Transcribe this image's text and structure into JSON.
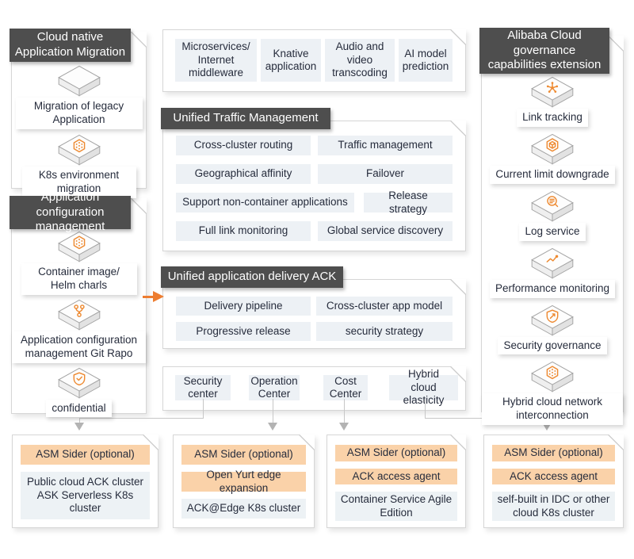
{
  "left_top_panel": {
    "title": "Cloud native Application Migration",
    "items": [
      {
        "icon": "cube-icon",
        "label": "Migration of legacy Application"
      },
      {
        "icon": "hexagon-mesh-icon",
        "label": "K8s environment migration"
      }
    ]
  },
  "left_bottom_panel": {
    "title": "Application configuration management",
    "items": [
      {
        "icon": "hexagon-mesh-icon",
        "label": "Container image/ Helm charls"
      },
      {
        "icon": "git-branch-icon",
        "label": "Application configuration management Git Rapo"
      },
      {
        "icon": "shield-check-icon",
        "label": "confidential"
      }
    ]
  },
  "workload_panel": {
    "cells": [
      "Microservices/ Internet middleware",
      "Knative application",
      "Audio and video transcoding",
      "AI model prediction"
    ]
  },
  "traffic_panel": {
    "title": "Unified Traffic Management",
    "rows": [
      [
        "Cross-cluster routing",
        "Traffic management"
      ],
      [
        "Geographical affinity",
        "Failover"
      ],
      [
        "Support non-container applications",
        "Release strategy"
      ],
      [
        "Full link monitoring",
        "Global service discovery"
      ]
    ]
  },
  "delivery_panel": {
    "title": "Unified application delivery ACK",
    "rows": [
      [
        "Delivery pipeline",
        "Cross-cluster app model"
      ],
      [
        "Progressive release",
        "security strategy"
      ]
    ]
  },
  "centers_panel": {
    "cells": [
      "Security center",
      "Operation Center",
      "Cost Center",
      "Hybrid cloud elasticity"
    ]
  },
  "governance_panel": {
    "title": "Alibaba Cloud governance capabilities extension",
    "items": [
      {
        "icon": "network-nodes-icon",
        "label": "Link tracking"
      },
      {
        "icon": "hexagon-cube-icon",
        "label": "Current limit downgrade"
      },
      {
        "icon": "log-search-icon",
        "label": "Log service"
      },
      {
        "icon": "trend-line-icon",
        "label": "Performance monitoring"
      },
      {
        "icon": "shield-arrow-icon",
        "label": "Security governance"
      },
      {
        "icon": "hexagon-mesh-icon",
        "label": "Hybrid cloud network interconnection"
      }
    ]
  },
  "cluster_panels": [
    {
      "rows": [
        {
          "label": "ASM Sider (optional)"
        },
        {
          "label": "Public cloud ACK cluster ASK Serverless K8s cluster"
        }
      ]
    },
    {
      "rows": [
        {
          "label": "ASM Sider (optional)"
        },
        {
          "label": "Open Yurt edge expansion"
        },
        {
          "label": "ACK@Edge K8s cluster"
        }
      ]
    },
    {
      "rows": [
        {
          "label": "ASM Sider (optional)"
        },
        {
          "label": "ACK access agent"
        },
        {
          "label": "Container Service Agile Edition"
        }
      ]
    },
    {
      "rows": [
        {
          "label": "ASM Sider (optional)"
        },
        {
          "label": "ACK access agent"
        },
        {
          "label": "self-built in IDC or other cloud K8s cluster"
        }
      ]
    }
  ],
  "colors": {
    "accent_orange": "#ED7D31",
    "peach_fill": "#FAD2A9",
    "header_dark": "#4E4E4E",
    "cell_gray": "#EDF1F5"
  }
}
